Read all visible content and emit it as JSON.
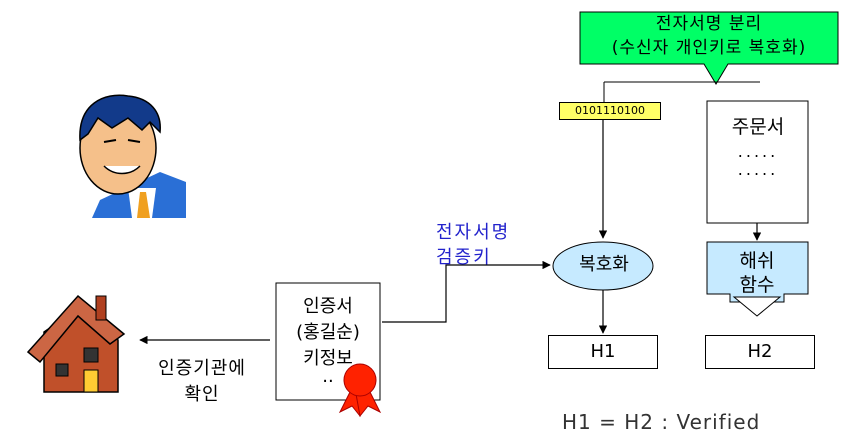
{
  "callout": {
    "line1": "전자서명 분리",
    "line2": "(수신자 개인키로 복호화)"
  },
  "bits_label": "0101110100",
  "document": {
    "title": "주문서",
    "dots1": ".....",
    "dots2": "....."
  },
  "decrypt_label": "복호화",
  "hash": {
    "line1": "해쉬",
    "line2": "함수"
  },
  "h1_label": "H1",
  "h2_label": "H2",
  "verify_key": {
    "line1": "전자서명",
    "line2": "검증키"
  },
  "certificate": {
    "line1": "인증서",
    "line2": "(홍길순)",
    "line3": "키정보",
    "line4": ".."
  },
  "authority": {
    "line1": "인증기관에",
    "line2": "확인"
  },
  "result": "H1 = H2 : Verified",
  "colors": {
    "callout_fill": "#00ff66",
    "bits_fill": "#ffff66",
    "ellipse_fill": "#c6eaff",
    "hash_fill": "#c6eaff",
    "blue_text": "#2222cc",
    "seal_red": "#ff2200"
  }
}
